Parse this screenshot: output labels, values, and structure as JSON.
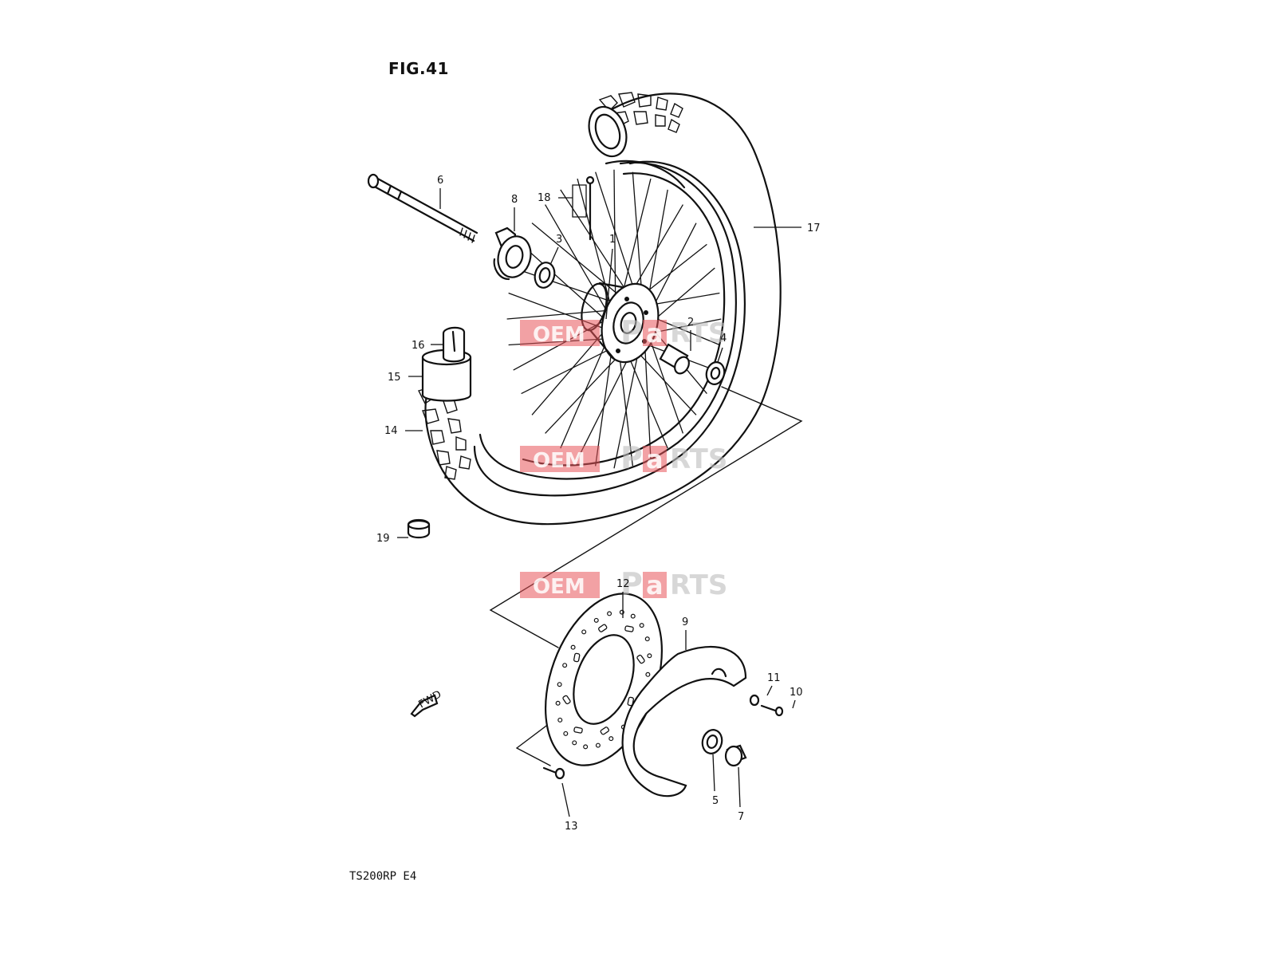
{
  "figure": {
    "title": "FIG.41",
    "model_code": "TS200RP  E4",
    "fwd_label": "FWD"
  },
  "watermark": {
    "oem": "OEM",
    "p": "P",
    "a": "a",
    "rts": "RTS",
    "colors": {
      "red": "#e8535a",
      "gray": "#bdbdbd"
    }
  },
  "callouts": [
    {
      "id": "1",
      "text": "1"
    },
    {
      "id": "2",
      "text": "2"
    },
    {
      "id": "3",
      "text": "3"
    },
    {
      "id": "4",
      "text": "4"
    },
    {
      "id": "5",
      "text": "5"
    },
    {
      "id": "6",
      "text": "6"
    },
    {
      "id": "7",
      "text": "7"
    },
    {
      "id": "8",
      "text": "8"
    },
    {
      "id": "9",
      "text": "9"
    },
    {
      "id": "10",
      "text": "10"
    },
    {
      "id": "11",
      "text": "11"
    },
    {
      "id": "12",
      "text": "12"
    },
    {
      "id": "13",
      "text": "13"
    },
    {
      "id": "14",
      "text": "14"
    },
    {
      "id": "15",
      "text": "15"
    },
    {
      "id": "16",
      "text": "16"
    },
    {
      "id": "17",
      "text": "17"
    },
    {
      "id": "18",
      "text": "18"
    },
    {
      "id": "19",
      "text": "19"
    }
  ]
}
